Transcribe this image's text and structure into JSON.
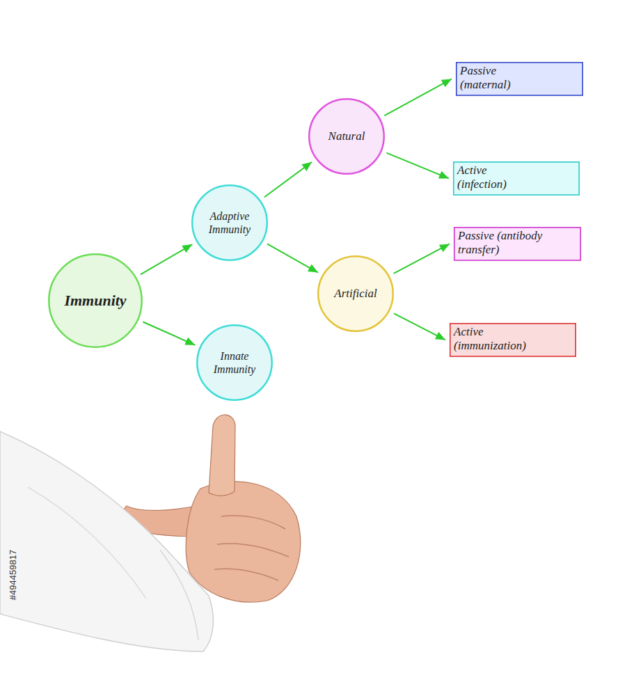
{
  "diagram": {
    "nodes": [
      {
        "text": [
          "Immunity"
        ]
      },
      {
        "text": [
          "Adaptive Immunity"
        ]
      },
      {
        "text": [
          "Innate Immunity"
        ]
      },
      {
        "text": [
          "Natural"
        ]
      },
      {
        "text": [
          "Artificial"
        ]
      },
      {
        "text": [
          "Passive (maternal)"
        ]
      },
      {
        "text": [
          "Active (infection)"
        ]
      },
      {
        "text": [
          "Passive (antibody transfer)"
        ]
      },
      {
        "text": [
          "Active (immunization)"
        ]
      }
    ],
    "edges": [
      {
        "from": 0,
        "to": 1,
        "arrow": "to"
      },
      {
        "from": 0,
        "to": 2,
        "arrow": "to"
      },
      {
        "from": 1,
        "to": 3,
        "arrow": "to"
      },
      {
        "from": 1,
        "to": 4,
        "arrow": "to"
      },
      {
        "from": 3,
        "to": 5,
        "arrow": "to"
      },
      {
        "from": 3,
        "to": 6,
        "arrow": "to"
      },
      {
        "from": 4,
        "to": 7,
        "arrow": "to"
      },
      {
        "from": 4,
        "to": 8,
        "arrow": "to"
      }
    ],
    "labels": [
      "#494459817"
    ]
  }
}
